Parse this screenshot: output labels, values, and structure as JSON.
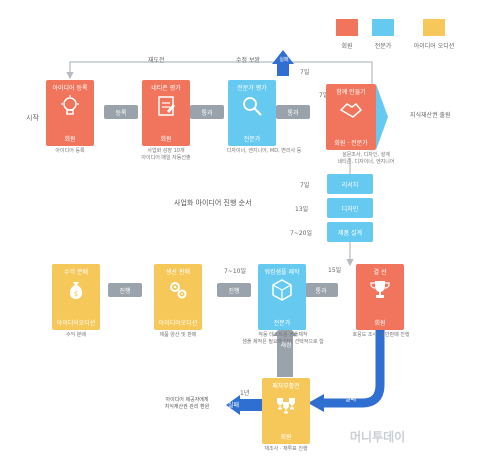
{
  "legend": {
    "company": "회원",
    "expert": "전문가",
    "auditor": "아이디어 오디션"
  },
  "labels": {
    "start": "시작",
    "resubmit": "재도전",
    "revise": "수정 보완",
    "fail_top": "실패",
    "register": "등록",
    "pass1": "통과",
    "pass2": "통과",
    "days7a": "7일",
    "days7b": "7일",
    "ip_apply": "지식재산권 출원",
    "sequence_title": "사업화 아이디어 진행 순서",
    "step_days1": "7일",
    "step_days2": "13일",
    "step_days3": "7~20일",
    "days15": "15일",
    "pass3": "통과",
    "days7_10": "7~10일",
    "progress1": "진행",
    "progress2": "진행",
    "fail_bottom": "실패",
    "reset": "재정",
    "year1": "1년",
    "fail_left": "실패",
    "fail_left_note": "아이디어 제공자에게\n지식재산권 관리 환원",
    "watermark": "머니투데이"
  },
  "nodes": {
    "idea": {
      "title": "아이디어 등록",
      "role": "회원",
      "note": "아이디어 등록"
    },
    "review": {
      "title": "네티즌 평가",
      "role": "회원",
      "note": "사업화 성장 10개\n아이디어 매일 자동선출"
    },
    "expert": {
      "title": "전문가 평가",
      "role": "전문가",
      "note": "디자이너, 엔지니어, MD, 변리사 등"
    },
    "make": {
      "title": "함께 만들기",
      "role": "회원 · 전문가",
      "note": "설문조사, 디자인, 설계\n네티즌, 디자이너, 엔지니어"
    },
    "decision": {
      "title": "결 선",
      "role": "회원",
      "note": "호응도 조사, 시안판매 진행"
    },
    "prototype": {
      "title": "워킹샘플 제작",
      "role": "전문가",
      "note": "작동 테스트용 샘플제작\n샘플 제작은 필요에 따라 선택적으로 함"
    },
    "production": {
      "title": "생산 판매",
      "role": "아이디어오디션",
      "note": "제품 양산 및 판매"
    },
    "revenue": {
      "title": "수익 분배",
      "role": "아이디어오디션",
      "note": "수익 분배"
    },
    "revival": {
      "title": "패자부활전",
      "role": "회원",
      "note": "재조사 · 재투표 진행"
    }
  },
  "steps": [
    "리서치",
    "디자인",
    "제품 설계"
  ],
  "colors": {
    "company": "#f0755c",
    "expert": "#66c9f0",
    "auditor": "#f6c85a",
    "arrow_blue": "#2f6fd1",
    "arrow_gray": "#9aa3ab"
  },
  "icons": {
    "idea": "lightbulb-icon",
    "review": "clipboard-icon",
    "expert": "magnifier-icon",
    "make": "handshake-icon",
    "decision": "trophy-icon",
    "prototype": "cube-icon",
    "production": "gears-icon",
    "revenue": "money-bag-icon",
    "revival": "trophies-icon"
  }
}
